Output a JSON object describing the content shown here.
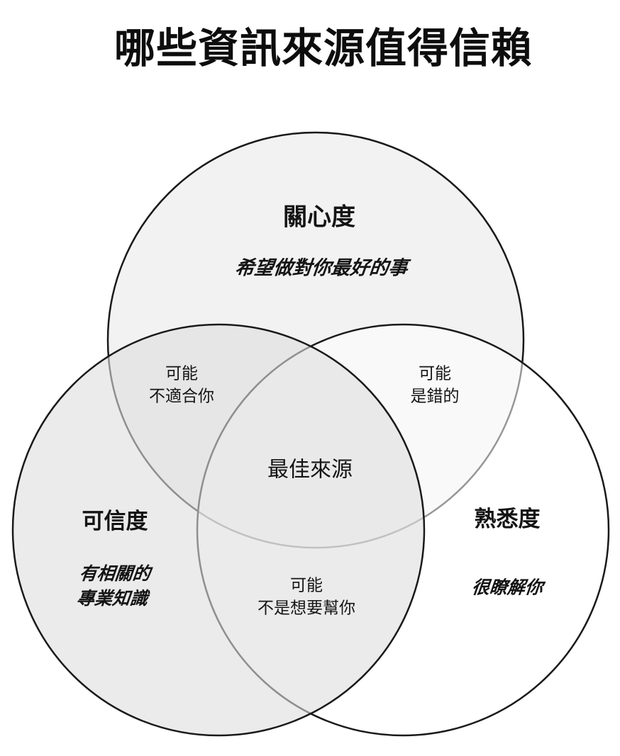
{
  "title": "哪些資訊來源值得信賴",
  "diagram": {
    "circles": {
      "care": {
        "label": "關心度",
        "subtitle": "希望做對你最好的事"
      },
      "credibility": {
        "label": "可信度",
        "subtitle": "有相關的\n專業知識"
      },
      "familiarity": {
        "label": "熟悉度",
        "subtitle": "很瞭解你"
      }
    },
    "intersections": {
      "care_credibility": "可能\n不適合你",
      "care_familiarity": "可能\n是錯的",
      "credibility_familiarity": "可能\n不是想要幫你",
      "center": "最佳來源"
    },
    "colors": {
      "background": "#ffffff",
      "stroke": "#1a1a1a",
      "care_fill": "#f2f2f2",
      "familiarity_fill": "rgba(255,255,255,0.55)",
      "credibility_fill": "rgba(222,222,222,0.6)",
      "text": "#141414"
    }
  }
}
